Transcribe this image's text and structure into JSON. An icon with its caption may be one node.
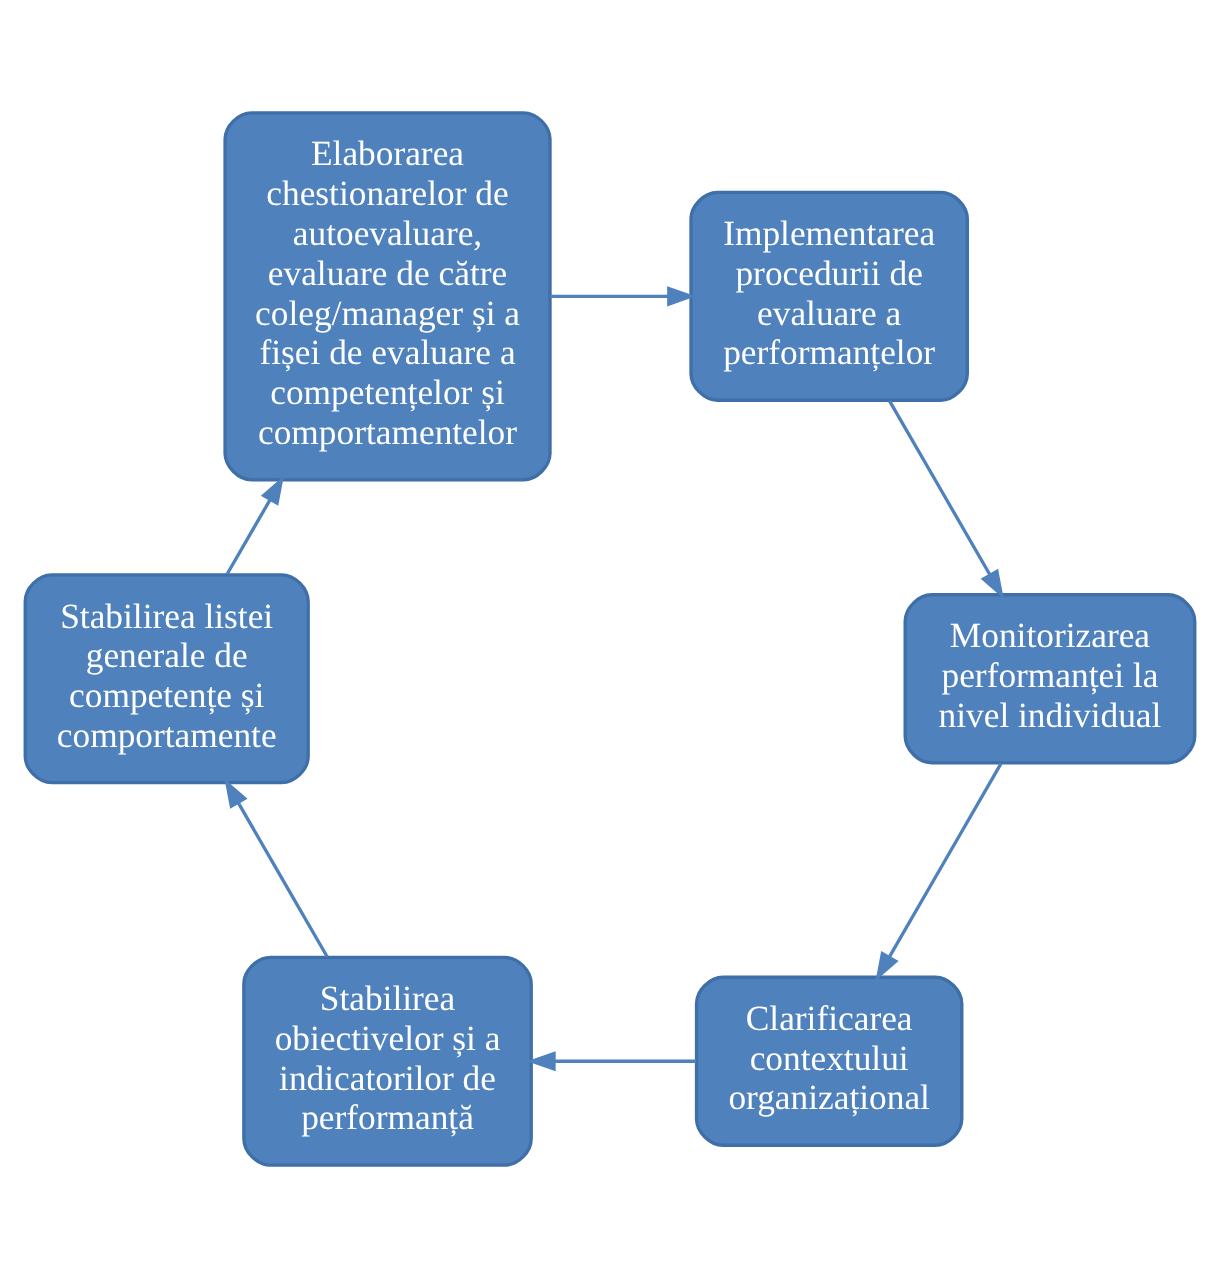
{
  "diagram": {
    "nodes": [
      {
        "text": [
          "Clarificarea contextului organizațional"
        ]
      },
      {
        "text": [
          "Stabilirea obiectivelor și a indicatorilor de performanță"
        ]
      },
      {
        "text": [
          "Stabilirea listei generale de competențe și comportamente"
        ]
      },
      {
        "text": [
          "Elaborarea chestionarelor de autoevaluare, evaluare de către coleg/manager și a fișei de evaluare a competențelor și comportamentelor"
        ]
      },
      {
        "text": [
          "Implementarea procedurii de evaluare a performanțelor"
        ]
      },
      {
        "text": [
          "Monitorizarea performanței la nivel individual"
        ]
      }
    ],
    "edges": [
      {
        "from": 0,
        "to": 1,
        "arrow": "to"
      },
      {
        "from": 1,
        "to": 2,
        "arrow": "to"
      },
      {
        "from": 2,
        "to": 3,
        "arrow": "to"
      },
      {
        "from": 3,
        "to": 4,
        "arrow": "to"
      },
      {
        "from": 4,
        "to": 5,
        "arrow": "to"
      },
      {
        "from": 5,
        "to": 0,
        "arrow": "to"
      }
    ]
  }
}
